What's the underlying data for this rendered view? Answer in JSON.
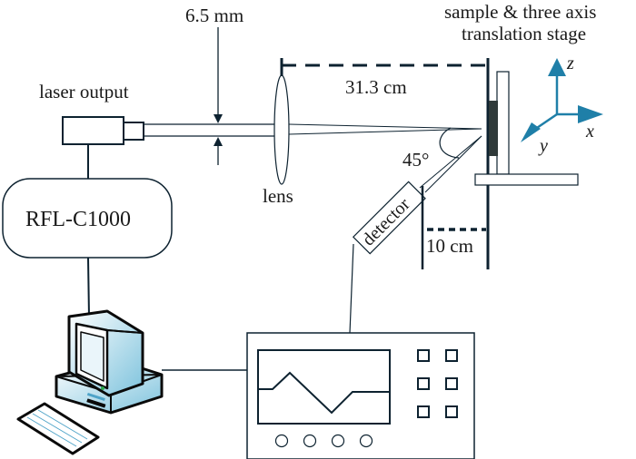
{
  "diagram": {
    "type": "experimental-setup",
    "labels": {
      "beam_diameter": "6.5 mm",
      "laser_output": "laser output",
      "controller": "RFL-C1000",
      "lens": "lens",
      "focal_distance": "31.3 cm",
      "angle": "45°",
      "detector": "detector",
      "detector_distance": "10 cm",
      "stage_line1": "sample & three axis",
      "stage_line2": "translation stage",
      "axis_x": "x",
      "axis_y": "y",
      "axis_z": "z"
    },
    "colors": {
      "line": "#0d2230",
      "axis_arrow": "#1f7fa8",
      "sample": "#2f3a3a",
      "computer_shade": "#7ec3dd"
    },
    "oscilloscope": {
      "knob_count": 4,
      "button_rows": 3,
      "button_cols": 2
    }
  }
}
